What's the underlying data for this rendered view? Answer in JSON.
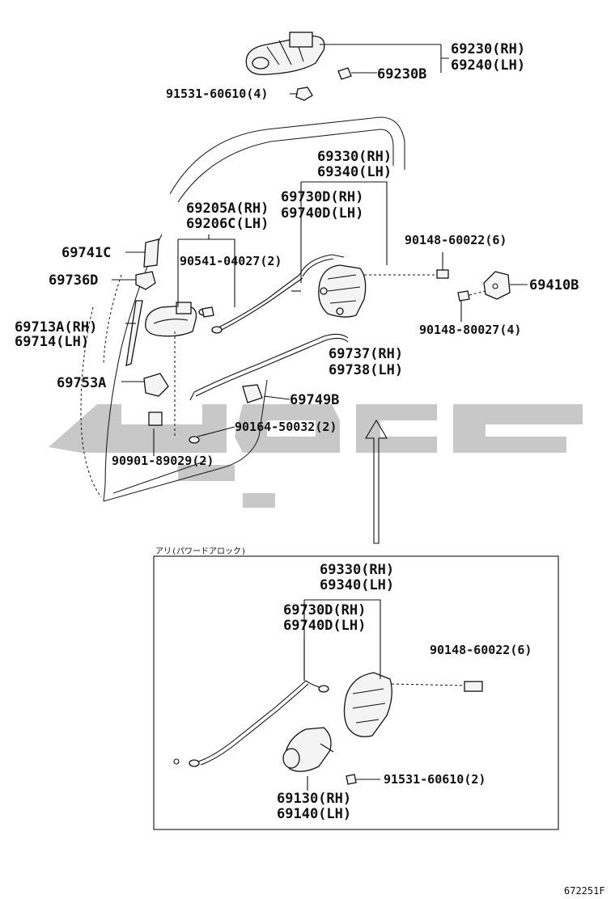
{
  "watermark": {
    "color": "#c8c8c8"
  },
  "labels": {
    "l69230": "69230(RH)",
    "l69240": "69240(LH)",
    "l69230b": "69230B",
    "l91531a": "91531-60610(4)",
    "l69330": "69330(RH)",
    "l69340": "69340(LH)",
    "l69730": "69730D(RH)",
    "l69740": "69740D(LH)",
    "l69205": "69205A(RH)",
    "l69206": "69206C(LH)",
    "l90148a": "90148-60022(6)",
    "l69741": "69741C",
    "l90541": "90541-04027(2)",
    "l69736": "69736D",
    "l69410": "69410B",
    "l90148b": "90148-80027(4)",
    "l69713": "69713A(RH)",
    "l69714": "69714(LH)",
    "l69737": "69737(RH)",
    "l69738": "69738(LH)",
    "l69753": "69753A",
    "l69749": "69749B",
    "l90164": "90164-50032(2)",
    "l90901": "90901-89029(2)",
    "inset_title": "アリ(パワードアロック)",
    "l69330b": "69330(RH)",
    "l69340b": "69340(LH)",
    "l69730b": "69730D(RH)",
    "l69740b": "69740D(LH)",
    "l90148c": "90148-60022(6)",
    "l91531b": "91531-60610(2)",
    "l69130": "69130(RH)",
    "l69140": "69140(LH)",
    "figure_code": "672251F"
  }
}
